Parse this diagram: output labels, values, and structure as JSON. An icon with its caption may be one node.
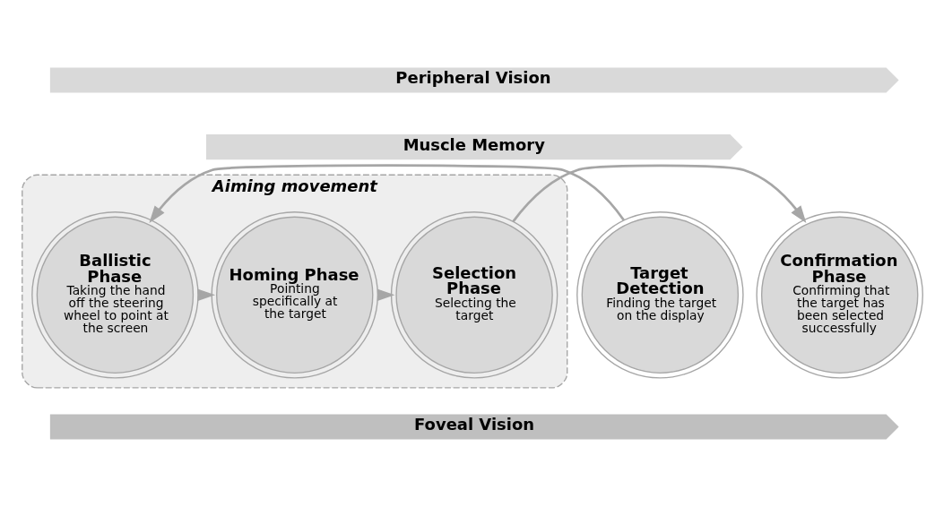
{
  "diagram": {
    "nodes": [
      {
        "text": [
          "Peripheral Vision"
        ]
      },
      {
        "text": [
          "Muscle Memory"
        ]
      },
      {
        "text": [
          "Aiming movement"
        ]
      },
      {
        "text": [
          "Target Detection",
          "Finding the target on the display"
        ]
      },
      {
        "text": [
          "Ballistic Phase",
          "Taking the hand off the steering wheel to point at the screen"
        ],
        "in": 2
      },
      {
        "text": [
          "Homing Phase",
          "Pointing specifically at the target"
        ],
        "in": 2
      },
      {
        "text": [
          "Selection Phase",
          "Selecting the target"
        ],
        "in": 2
      },
      {
        "text": [
          "Confirmation Phase",
          "Confirming that the target has been selected successfully"
        ]
      },
      {
        "text": [
          "Foveal Vision"
        ]
      }
    ],
    "edges": [
      {
        "from": 3,
        "to": 4,
        "arrow": "to"
      },
      {
        "from": 4,
        "to": 5,
        "arrow": "to"
      },
      {
        "from": 5,
        "to": 6,
        "arrow": "to"
      },
      {
        "from": 6,
        "to": 7,
        "arrow": "to"
      }
    ]
  }
}
